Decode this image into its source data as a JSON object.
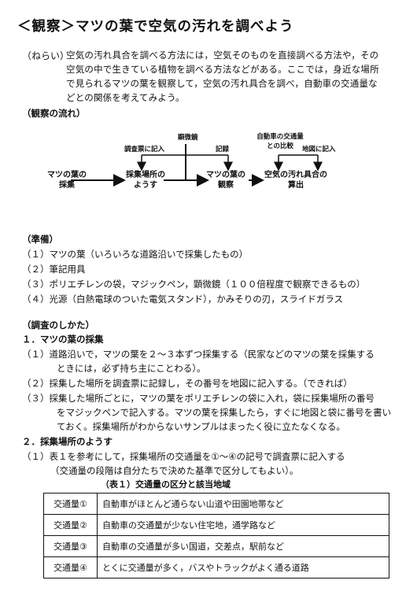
{
  "title": "＜観察＞マツの葉で空気の汚れを調べよう",
  "aim": {
    "label": "（ねらい）",
    "lines": [
      "空気の汚れ具合を調べる方法には，空気そのものを直接調べる方法や，その",
      "空気の中で生きている植物を調べる方法などがある。ここでは，身近な場所",
      "で見られるマツの葉を観察して，空気の汚れ具合を調べ，自動車の交通量な",
      "どとの関係を考えてみよう。"
    ]
  },
  "flow": {
    "heading": "（観察の流れ）",
    "top_labels": [
      "調査票に記入",
      "顕微鏡",
      "記録",
      "自動車の交通量との比較",
      "地図に記入"
    ],
    "boxes": [
      [
        "マツの葉の",
        "採集"
      ],
      [
        "採集場所の",
        "ようす"
      ],
      [
        "マツの葉の",
        "観察"
      ],
      [
        "空気の汚れ具合の",
        "算出"
      ]
    ]
  },
  "prep": {
    "heading": "（準備）",
    "items": [
      "（１）マツの葉（いろいろな道路沿いで採集したもの）",
      "（２）筆記用具",
      "（３）ポリエチレンの袋，マジックペン，顕微鏡（１００倍程度で観察できるもの）",
      "（４）光源（白熱電球のついた電気スタンド），かみそりの刃，スライドガラス"
    ]
  },
  "method": {
    "heading": "（調査のしかた）",
    "s1": {
      "title": "１．マツの葉の採集",
      "lines": [
        "（１）道路沿いで，マツの葉を２～３本ずつ採集する（民家などのマツの葉を採集する",
        "ときには，必ず持ち主にことわる）。",
        "（２）採集した場所を調査票に記録し，その番号を地図に記入する。（できれば）",
        "（３）採集した場所ごとに，マツの葉をポリエチレンの袋に入れ，袋に採集場所の番号",
        "をマジックペンで記入する。マツの葉を採集したら，すぐに地図と袋に番号を書い",
        "ておく。採集場所がわからないサンプルはまったく役に立たなくなる。"
      ]
    },
    "s2": {
      "title": "２．採集場所のようす",
      "lines": [
        "（１）表１を参考にして，採集場所の交通量を①～④の記号で調査票に記入する",
        "（交通量の段階は自分たちで決めた基準で区分してもよい）。"
      ]
    }
  },
  "table": {
    "caption": "（表１）交通量の区分と該当地域",
    "rows": [
      {
        "key": "交通量①",
        "desc": "自動車がほとんど通らない山道や田園地帯など"
      },
      {
        "key": "交通量②",
        "desc": "自動車の交通量が少ない住宅地，通学路など"
      },
      {
        "key": "交通量③",
        "desc": "自動車の交通量が多い国道，交差点，駅前など"
      },
      {
        "key": "交通量④",
        "desc": "とくに交通量が多く，バスやトラックがよく通る道路"
      }
    ]
  }
}
